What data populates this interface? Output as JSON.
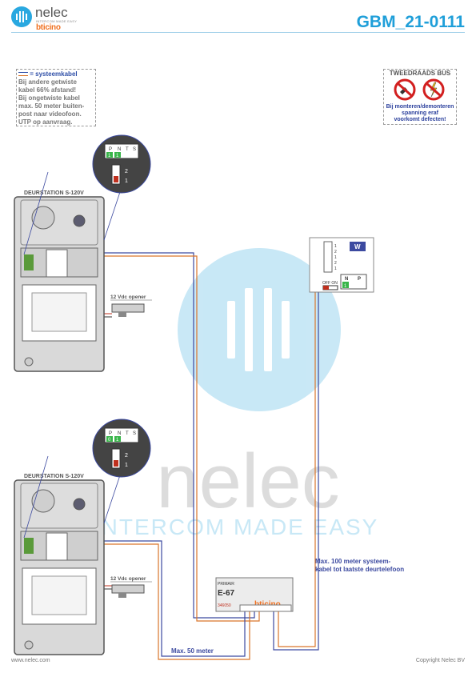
{
  "header": {
    "title": "GBM_21-0111",
    "logo_name": "nelec",
    "logo_tagline": "INTERCOM MADE EASY",
    "logo_brand": "bticino"
  },
  "note_left": {
    "header": "= systeemkabel",
    "lines": [
      "Bij andere getwiste",
      "kabel 66% afstand!",
      "Bij ongetwiste kabel",
      "max. 50 meter buiten-",
      "post naar videofoon.",
      "UTP op aanvraag."
    ]
  },
  "note_right": {
    "title": "TWEEDRAADS BUS",
    "lines": [
      "Bij monteren/demonteren",
      "spanning eraf",
      "voorkomt defecten!"
    ]
  },
  "door_station_1": {
    "label": "DEURSTATION S-120V",
    "dip": [
      "P",
      "N",
      "T",
      "S"
    ],
    "dip_values": [
      "1",
      "1",
      "",
      ""
    ],
    "switch": [
      "2",
      "1"
    ]
  },
  "door_station_2": {
    "label": "DEURSTATION S-120V",
    "dip": [
      "P",
      "N",
      "T",
      "S"
    ],
    "dip_values": [
      "0",
      "1",
      "",
      ""
    ],
    "switch": [
      "2",
      "1"
    ]
  },
  "opener_1": {
    "label": "12 Vdc opener"
  },
  "opener_2": {
    "label": "12 Vdc opener"
  },
  "videophone": {
    "badge": "W",
    "terminals": [
      "1",
      "2",
      "1",
      "2",
      "1"
    ],
    "cols": [
      "N",
      "P"
    ],
    "value": "1",
    "switch": "OFF ON"
  },
  "power_supply": {
    "label_top": "PRIMAIR",
    "model": "E-67",
    "code": "346050",
    "brand": "bticino"
  },
  "wire_label_short": "Max. 50 meter",
  "wire_label_long": "Max. 100 meter systeem-\nkabel tot laatste deurtelefoon",
  "watermark": {
    "brand": "nelec",
    "tagline": "NTERCOM MADE EASY"
  },
  "footer": {
    "left": "www.nelec.com",
    "right": "Copyright Nelec BV"
  },
  "colors": {
    "accent": "#1f9fd9",
    "wire_blue": "#3c4aa0",
    "wire_orange": "#d9762b",
    "wire_red": "#c0301e"
  }
}
